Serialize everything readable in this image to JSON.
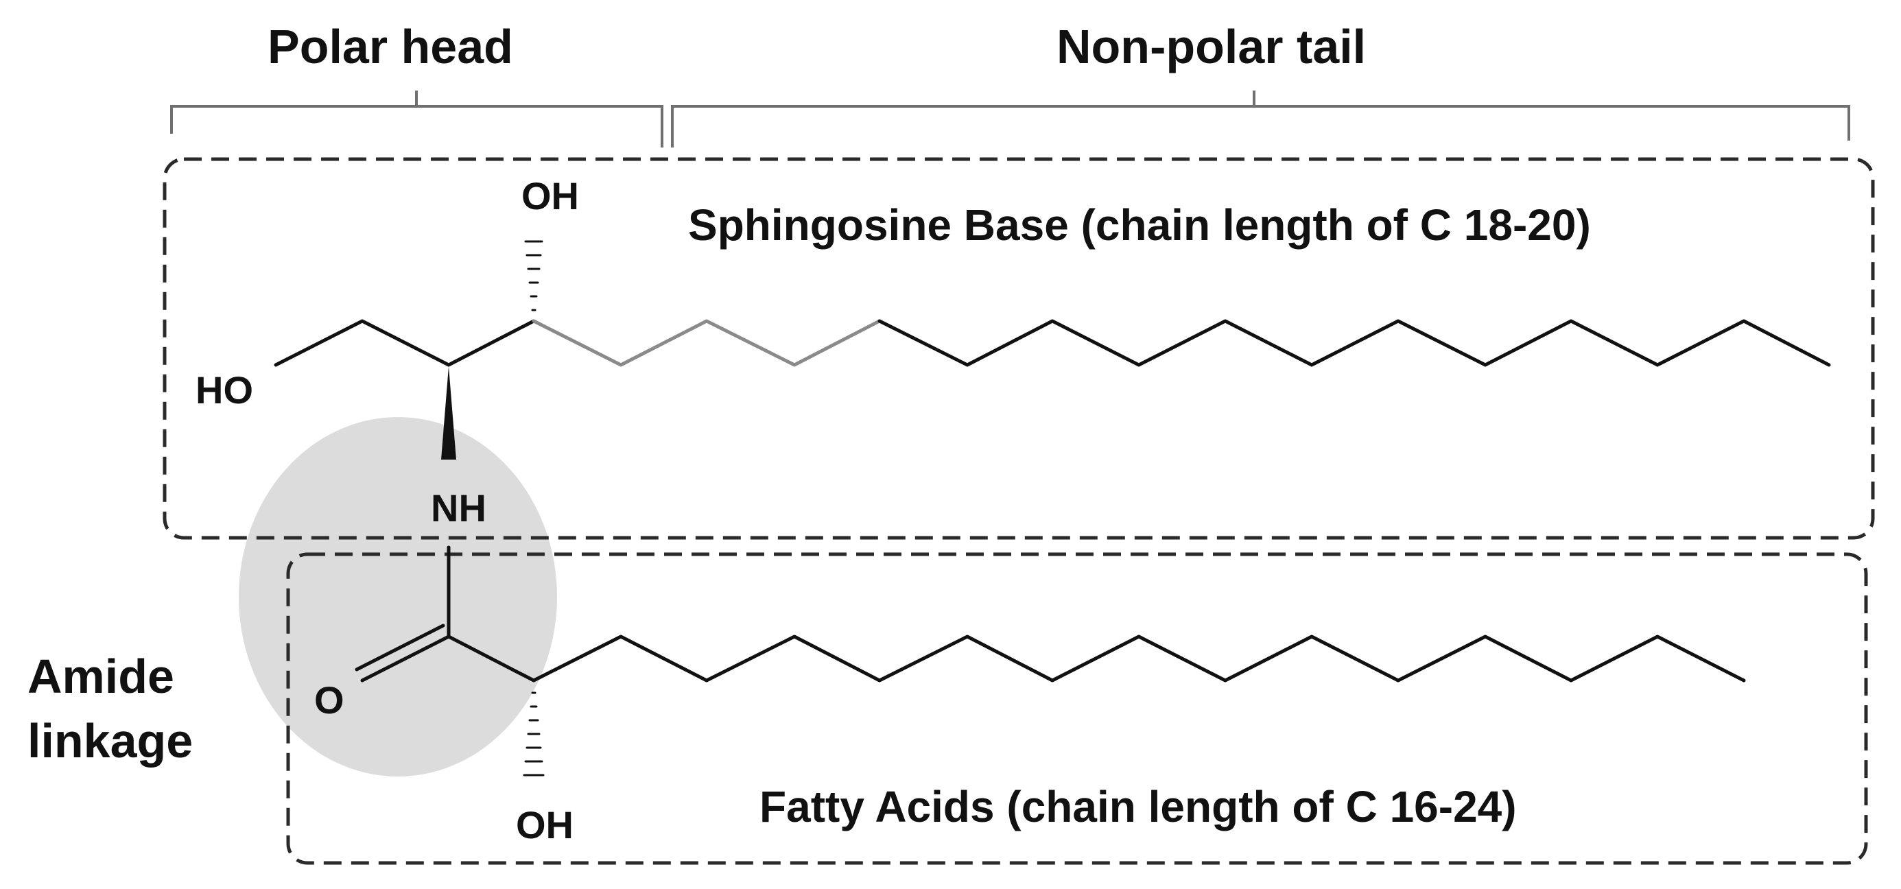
{
  "labels": {
    "polar_head": "Polar head",
    "non_polar_tail": "Non-polar tail",
    "sphingosine_base": "Sphingosine Base (chain length of C 18-20)",
    "fatty_acids": "Fatty Acids (chain length of C 16-24)",
    "amide_line1": "Amide",
    "amide_line2": "linkage"
  },
  "atoms": {
    "sphingosine_oh_top": "OH",
    "sphingosine_ho": "HO",
    "nh": "NH",
    "carbonyl_o": "O",
    "fatty_acid_oh": "OH"
  },
  "colors": {
    "stroke": "#111111",
    "highlight": "#dcdcdc",
    "grey_bond": "#8a8a8a"
  }
}
